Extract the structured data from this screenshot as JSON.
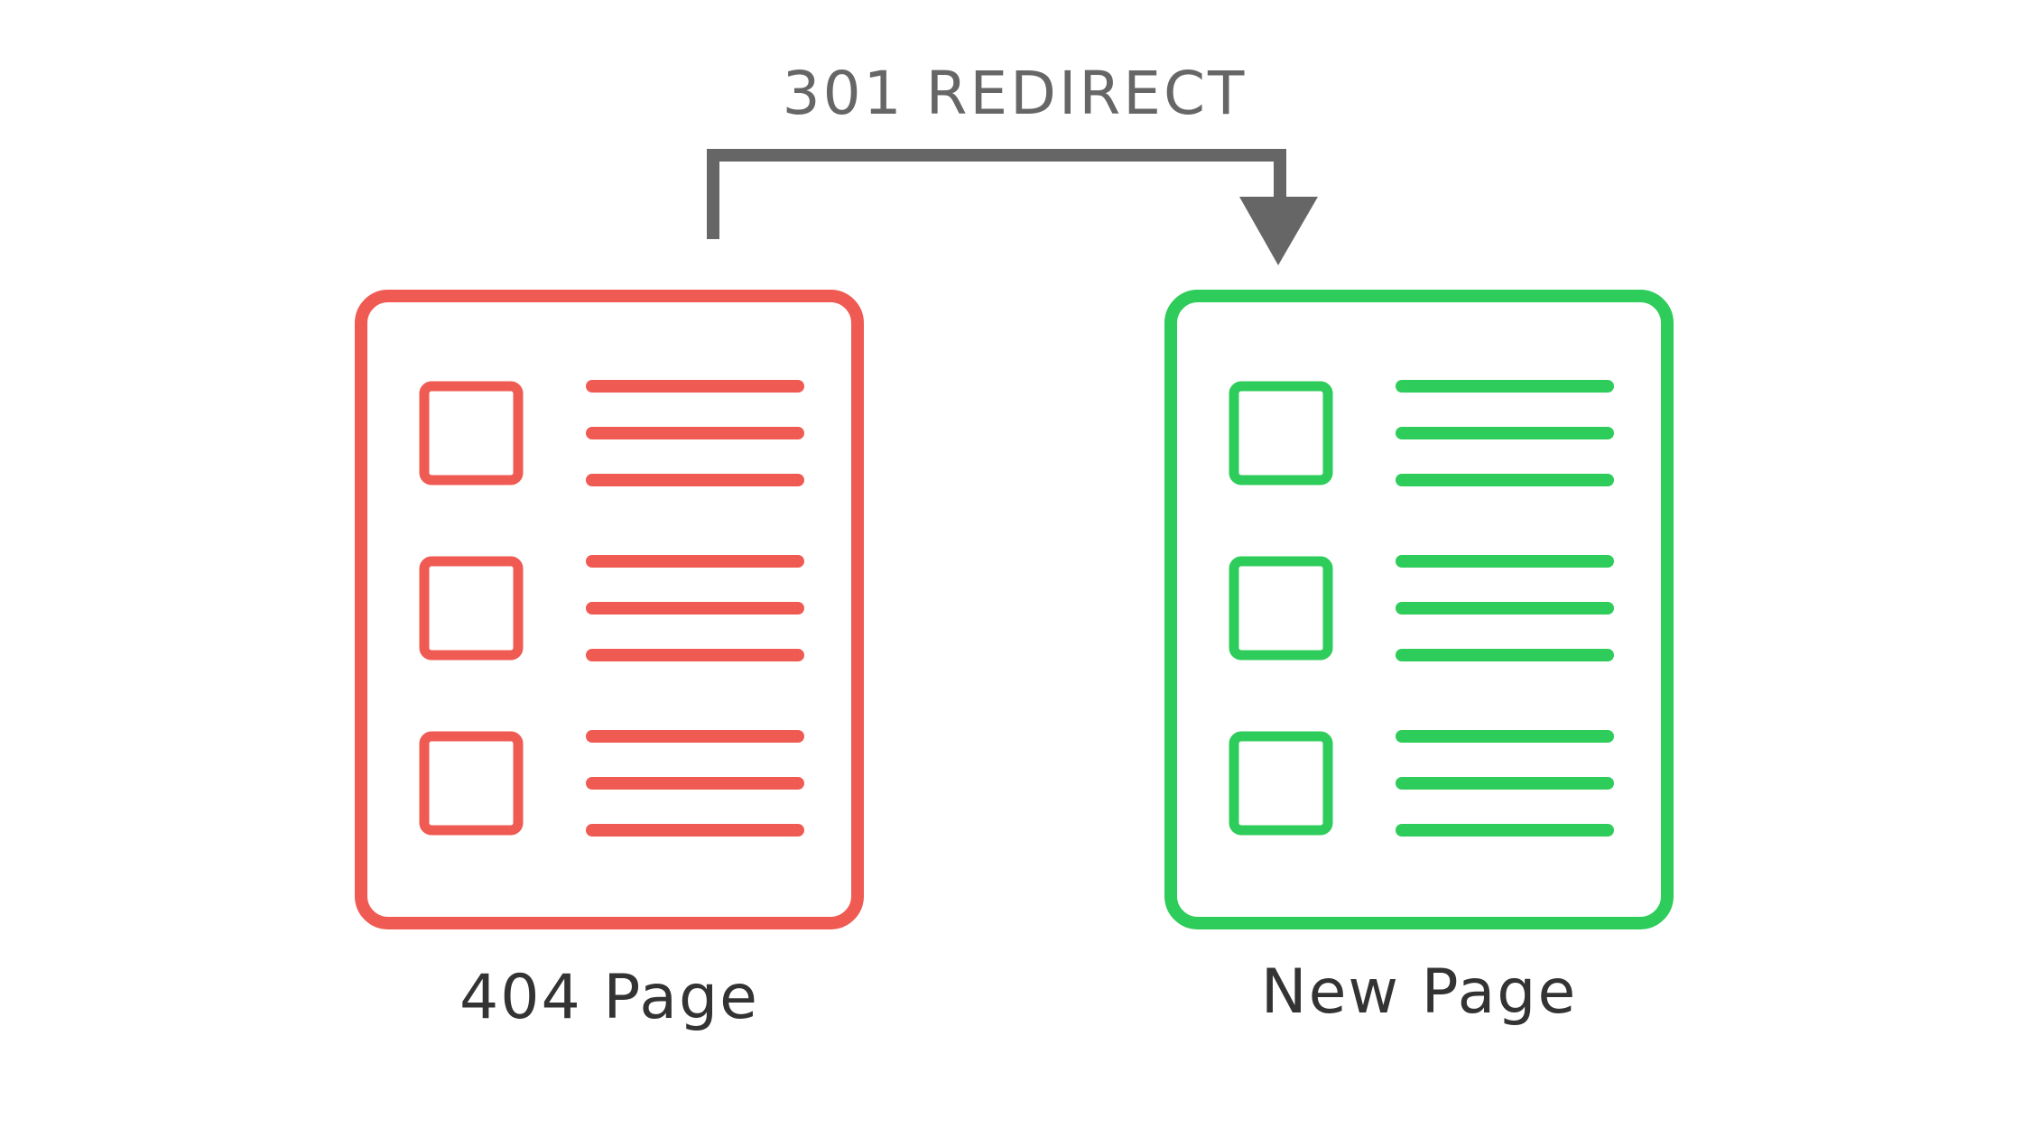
{
  "arrow": {
    "label": "301 REDIRECT",
    "color": "#666666"
  },
  "source_page": {
    "label": "404 Page",
    "color": "#ef5a52",
    "rows": 3,
    "lines_per_row": 3
  },
  "target_page": {
    "label": "New Page",
    "color": "#2ecc5a",
    "rows": 3,
    "lines_per_row": 3
  },
  "text_color": "#333333"
}
